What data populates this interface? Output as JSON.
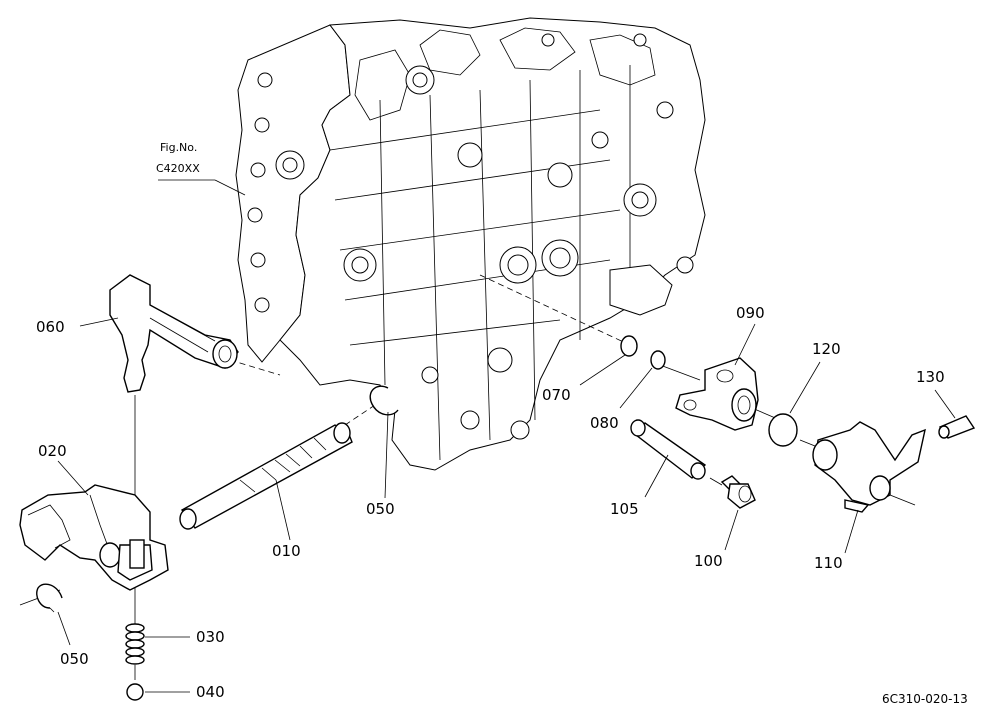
{
  "figure_ref": {
    "line1": "Fig.No.",
    "line2": "C420XX"
  },
  "drawing_code": "6C310-020-13",
  "labels": {
    "p060": "060",
    "p020": "020",
    "p050a": "050",
    "p030": "030",
    "p040": "040",
    "p010": "010",
    "p050b": "050",
    "p070": "070",
    "p080": "080",
    "p090": "090",
    "p105": "105",
    "p100": "100",
    "p120": "120",
    "p110": "110",
    "p130": "130"
  }
}
